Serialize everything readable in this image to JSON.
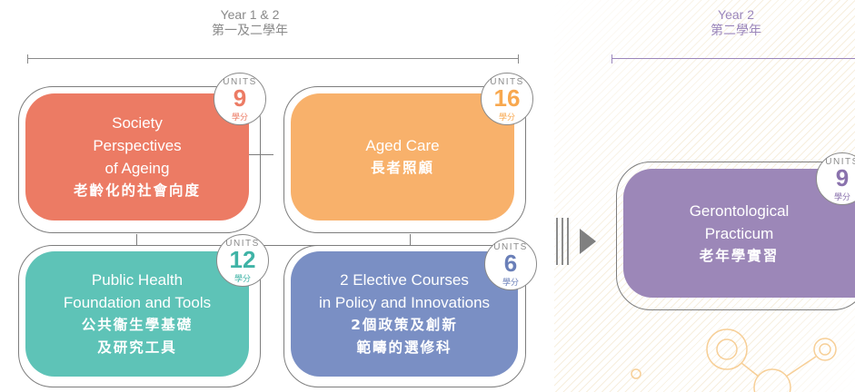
{
  "periods": [
    {
      "en": "Year 1 & 2",
      "zh": "第一及二學年"
    },
    {
      "en": "Year 2",
      "zh": "第二學年"
    }
  ],
  "badge_labels": {
    "units": "UNITS",
    "credits": "學分"
  },
  "courses": [
    {
      "lines": [
        "Society",
        "Perspectives",
        "of Ageing"
      ],
      "zh": [
        "老齡化的社會向度"
      ],
      "units": "9",
      "color": "#ec7b64"
    },
    {
      "lines": [
        "Aged Care"
      ],
      "zh": [
        "長者照顧"
      ],
      "units": "16",
      "color": "#f8b16b"
    },
    {
      "lines": [
        "Public Health",
        "Foundation and Tools"
      ],
      "zh": [
        "公共衞生學基礎",
        "及研究工具"
      ],
      "units": "12",
      "color": "#5ec3b7"
    },
    {
      "lines": [
        "2 Elective Courses",
        "in Policy and Innovations"
      ],
      "zh": [
        "2個政策及創新",
        "範疇的選修科"
      ],
      "units": "6",
      "color": "#7a8fc4"
    },
    {
      "lines": [
        "Gerontological",
        "Practicum"
      ],
      "zh": [
        "老年學實習"
      ],
      "units": "9",
      "color": "#9c87b8"
    }
  ]
}
